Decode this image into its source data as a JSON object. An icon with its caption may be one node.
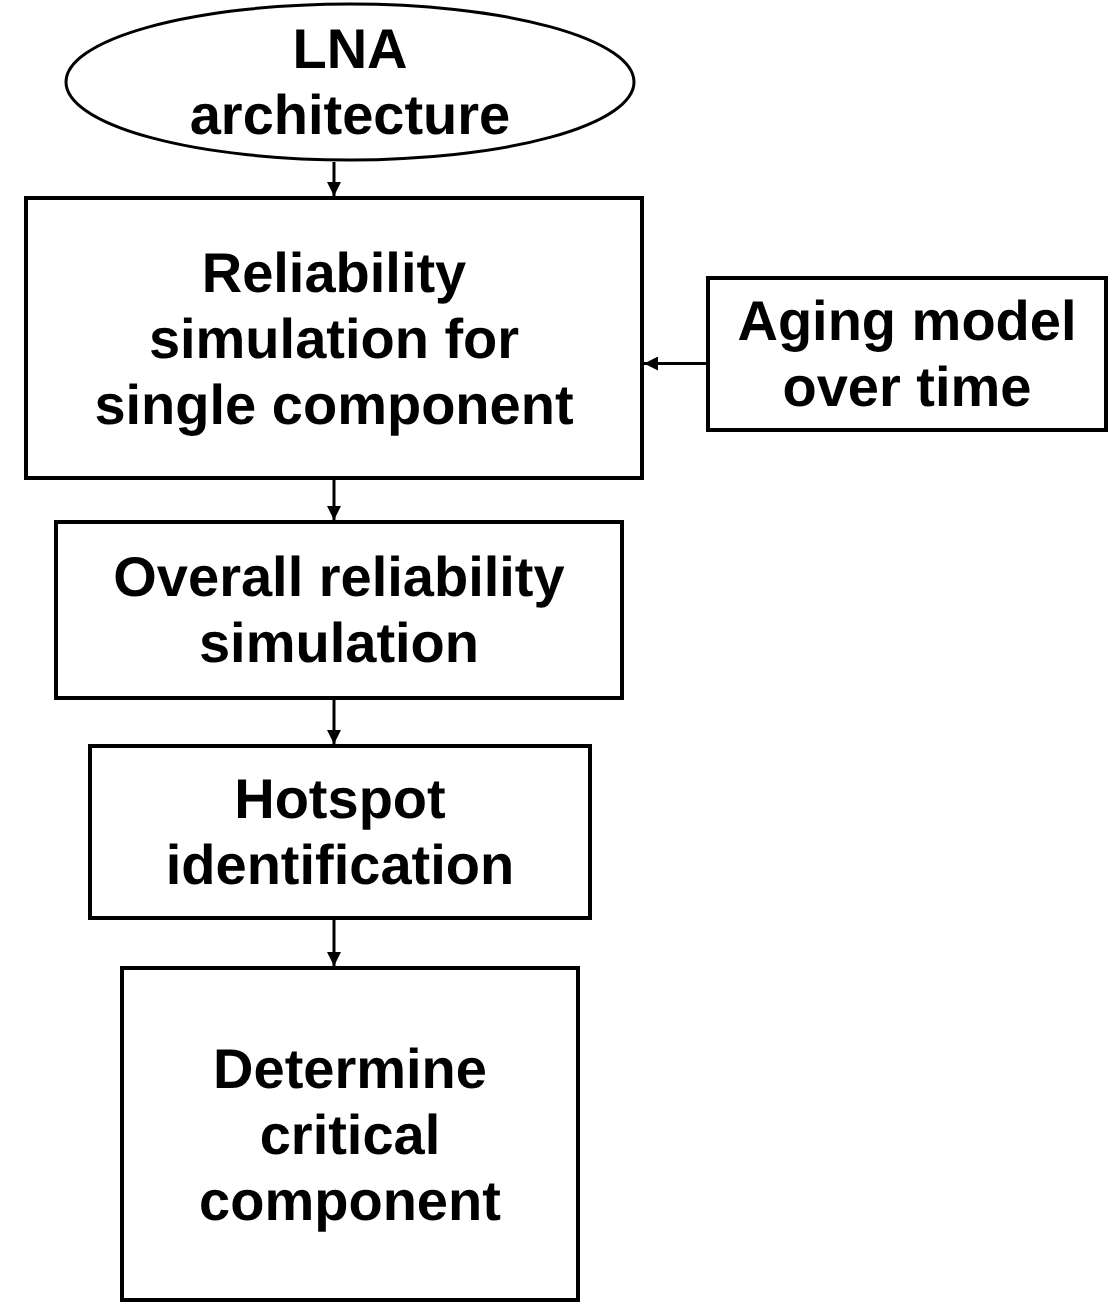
{
  "diagram": {
    "nodes": [
      {
        "text": [
          "LNA architecture"
        ]
      },
      {
        "text": [
          "Reliability simulation for single component"
        ]
      },
      {
        "text": [
          "Aging model over time"
        ]
      },
      {
        "text": [
          "Overall reliability simulation"
        ]
      },
      {
        "text": [
          "Hotspot identification"
        ]
      },
      {
        "text": [
          "Determine critical component"
        ]
      }
    ],
    "edges": [
      {
        "from": 0,
        "to": 1,
        "arrow": "to"
      },
      {
        "from": 2,
        "to": 1,
        "arrow": "to"
      },
      {
        "from": 1,
        "to": 3,
        "arrow": "to"
      },
      {
        "from": 3,
        "to": 4,
        "arrow": "to"
      },
      {
        "from": 4,
        "to": 5,
        "arrow": "to"
      }
    ]
  }
}
